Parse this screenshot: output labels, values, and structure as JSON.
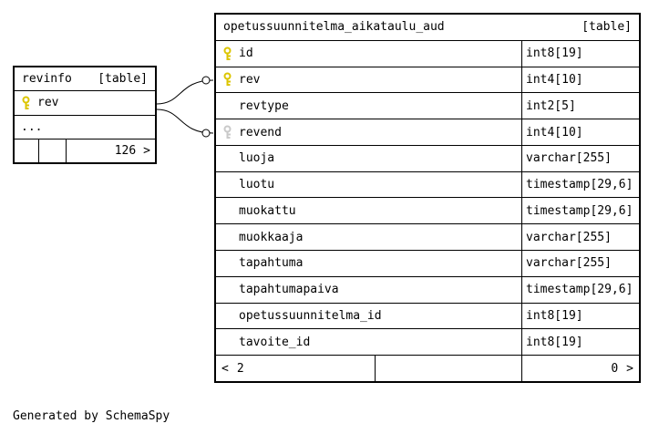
{
  "colors": {
    "border": "#000000",
    "background": "#ffffff",
    "primary_key_icon": "#dcc500",
    "foreign_key_icon": "#c9c9c9"
  },
  "note": "Generated by SchemaSpy",
  "revinfo_table": {
    "title": "revinfo",
    "badge": "[table]",
    "columns": [
      {
        "name": "rev",
        "key": "pk"
      }
    ],
    "ellipsis_row": "...",
    "footer": {
      "count": "126",
      "next_arrow": ">"
    }
  },
  "main_table": {
    "title": "opetussuunnitelma_aikataulu_aud",
    "badge": "[table]",
    "columns": [
      {
        "name": "id",
        "type": "int8[19]",
        "key": "pk"
      },
      {
        "name": "rev",
        "type": "int4[10]",
        "key": "pk"
      },
      {
        "name": "revtype",
        "type": "int2[5]",
        "key": ""
      },
      {
        "name": "revend",
        "type": "int4[10]",
        "key": "fk"
      },
      {
        "name": "luoja",
        "type": "varchar[255]",
        "key": ""
      },
      {
        "name": "luotu",
        "type": "timestamp[29,6]",
        "key": ""
      },
      {
        "name": "muokattu",
        "type": "timestamp[29,6]",
        "key": ""
      },
      {
        "name": "muokkaaja",
        "type": "varchar[255]",
        "key": ""
      },
      {
        "name": "tapahtuma",
        "type": "varchar[255]",
        "key": ""
      },
      {
        "name": "tapahtumapaiva",
        "type": "timestamp[29,6]",
        "key": ""
      },
      {
        "name": "opetussuunnitelma_id",
        "type": "int8[19]",
        "key": ""
      },
      {
        "name": "tavoite_id",
        "type": "int8[19]",
        "key": ""
      }
    ],
    "footer": {
      "prev_arrow": "<",
      "parents_count": "2",
      "children_count": "0",
      "next_arrow": ">"
    }
  }
}
